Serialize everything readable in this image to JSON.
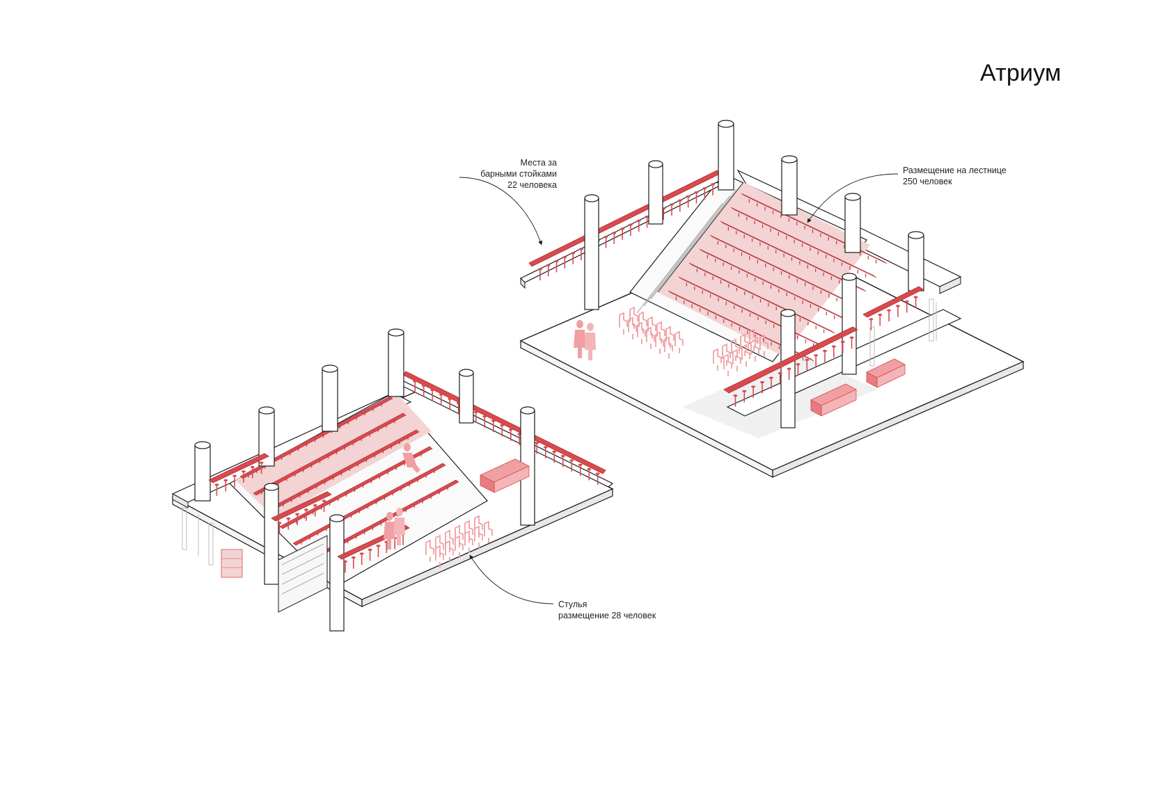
{
  "page": {
    "title": "Атриум"
  },
  "annotations": {
    "bar_seating": {
      "lines": [
        "Места за",
        "барными стойками",
        "22 человека"
      ]
    },
    "stair_seating": {
      "lines": [
        "Размещение на лестнице",
        "250 человек"
      ]
    },
    "chairs": {
      "lines": [
        "Стулья",
        "размещение 28 человек"
      ]
    }
  },
  "colors": {
    "accent": "#d94a4f",
    "accent_light": "#f0a0a3",
    "line": "#1a1a1a",
    "shade": "#e6e6e6",
    "background": "#ffffff"
  }
}
